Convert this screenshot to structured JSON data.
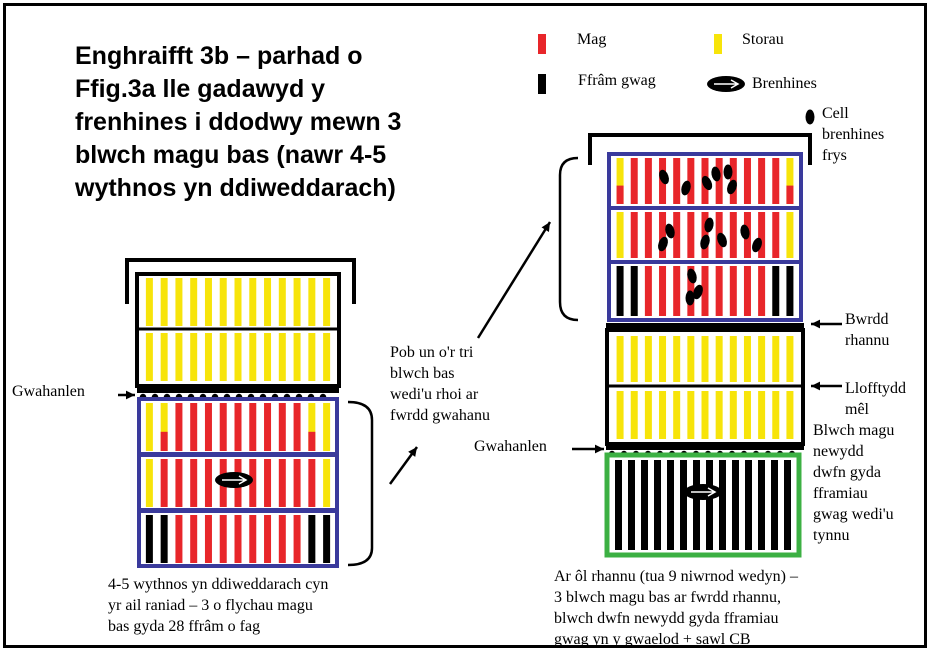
{
  "title": "Enghraifft 3b – parhad o\nFfig.3a lle gadawyd y\nfrenhines i ddodwy mewn 3\nblwch magu bas (nawr 4-5\nwythnos yn ddiweddarach)",
  "legend": {
    "mag": "Mag",
    "storau": "Storau",
    "ffram_gwag": "Ffrâm gwag",
    "brenhines": "Brenhines"
  },
  "labels": {
    "cell_brenhines": "Cell\nbrenhines\nfrys",
    "bwrdd_rhannu": "Bwrdd\nrhannu",
    "llofftydd": "Llofftydd\nmêl",
    "blwch_newydd": "Blwch magu\nnewydd\ndwfn gyda\nfframiau\ngwag wedi'u\ntynnu",
    "gwahanlen_left": "Gwahanlen",
    "gwahanlen_right": "Gwahanlen",
    "pob_un": "Pob un o'r tri\nblwch bas\nwedi'u rhoi ar\nfwrdd gwahanu",
    "caption_left": "4-5 wythnos yn ddiweddarach cyn\nyr ail raniad – 3 o flychau magu\nbas gyda 28 ffrâm o fag",
    "caption_right": "Ar ôl rhannu (tua 9 niwrnod wedyn) –\n3 blwch magu bas ar fwrdd rhannu,\nblwch dwfn newydd gyda fframiau\ngwag yn y gwaelod + sawl CB"
  },
  "colors": {
    "brood_red": "#e8262a",
    "stores_yellow": "#f7e40a",
    "empty_black": "#000000",
    "box_border_blue": "#3a3a9c",
    "new_box_green": "#3cb043"
  }
}
